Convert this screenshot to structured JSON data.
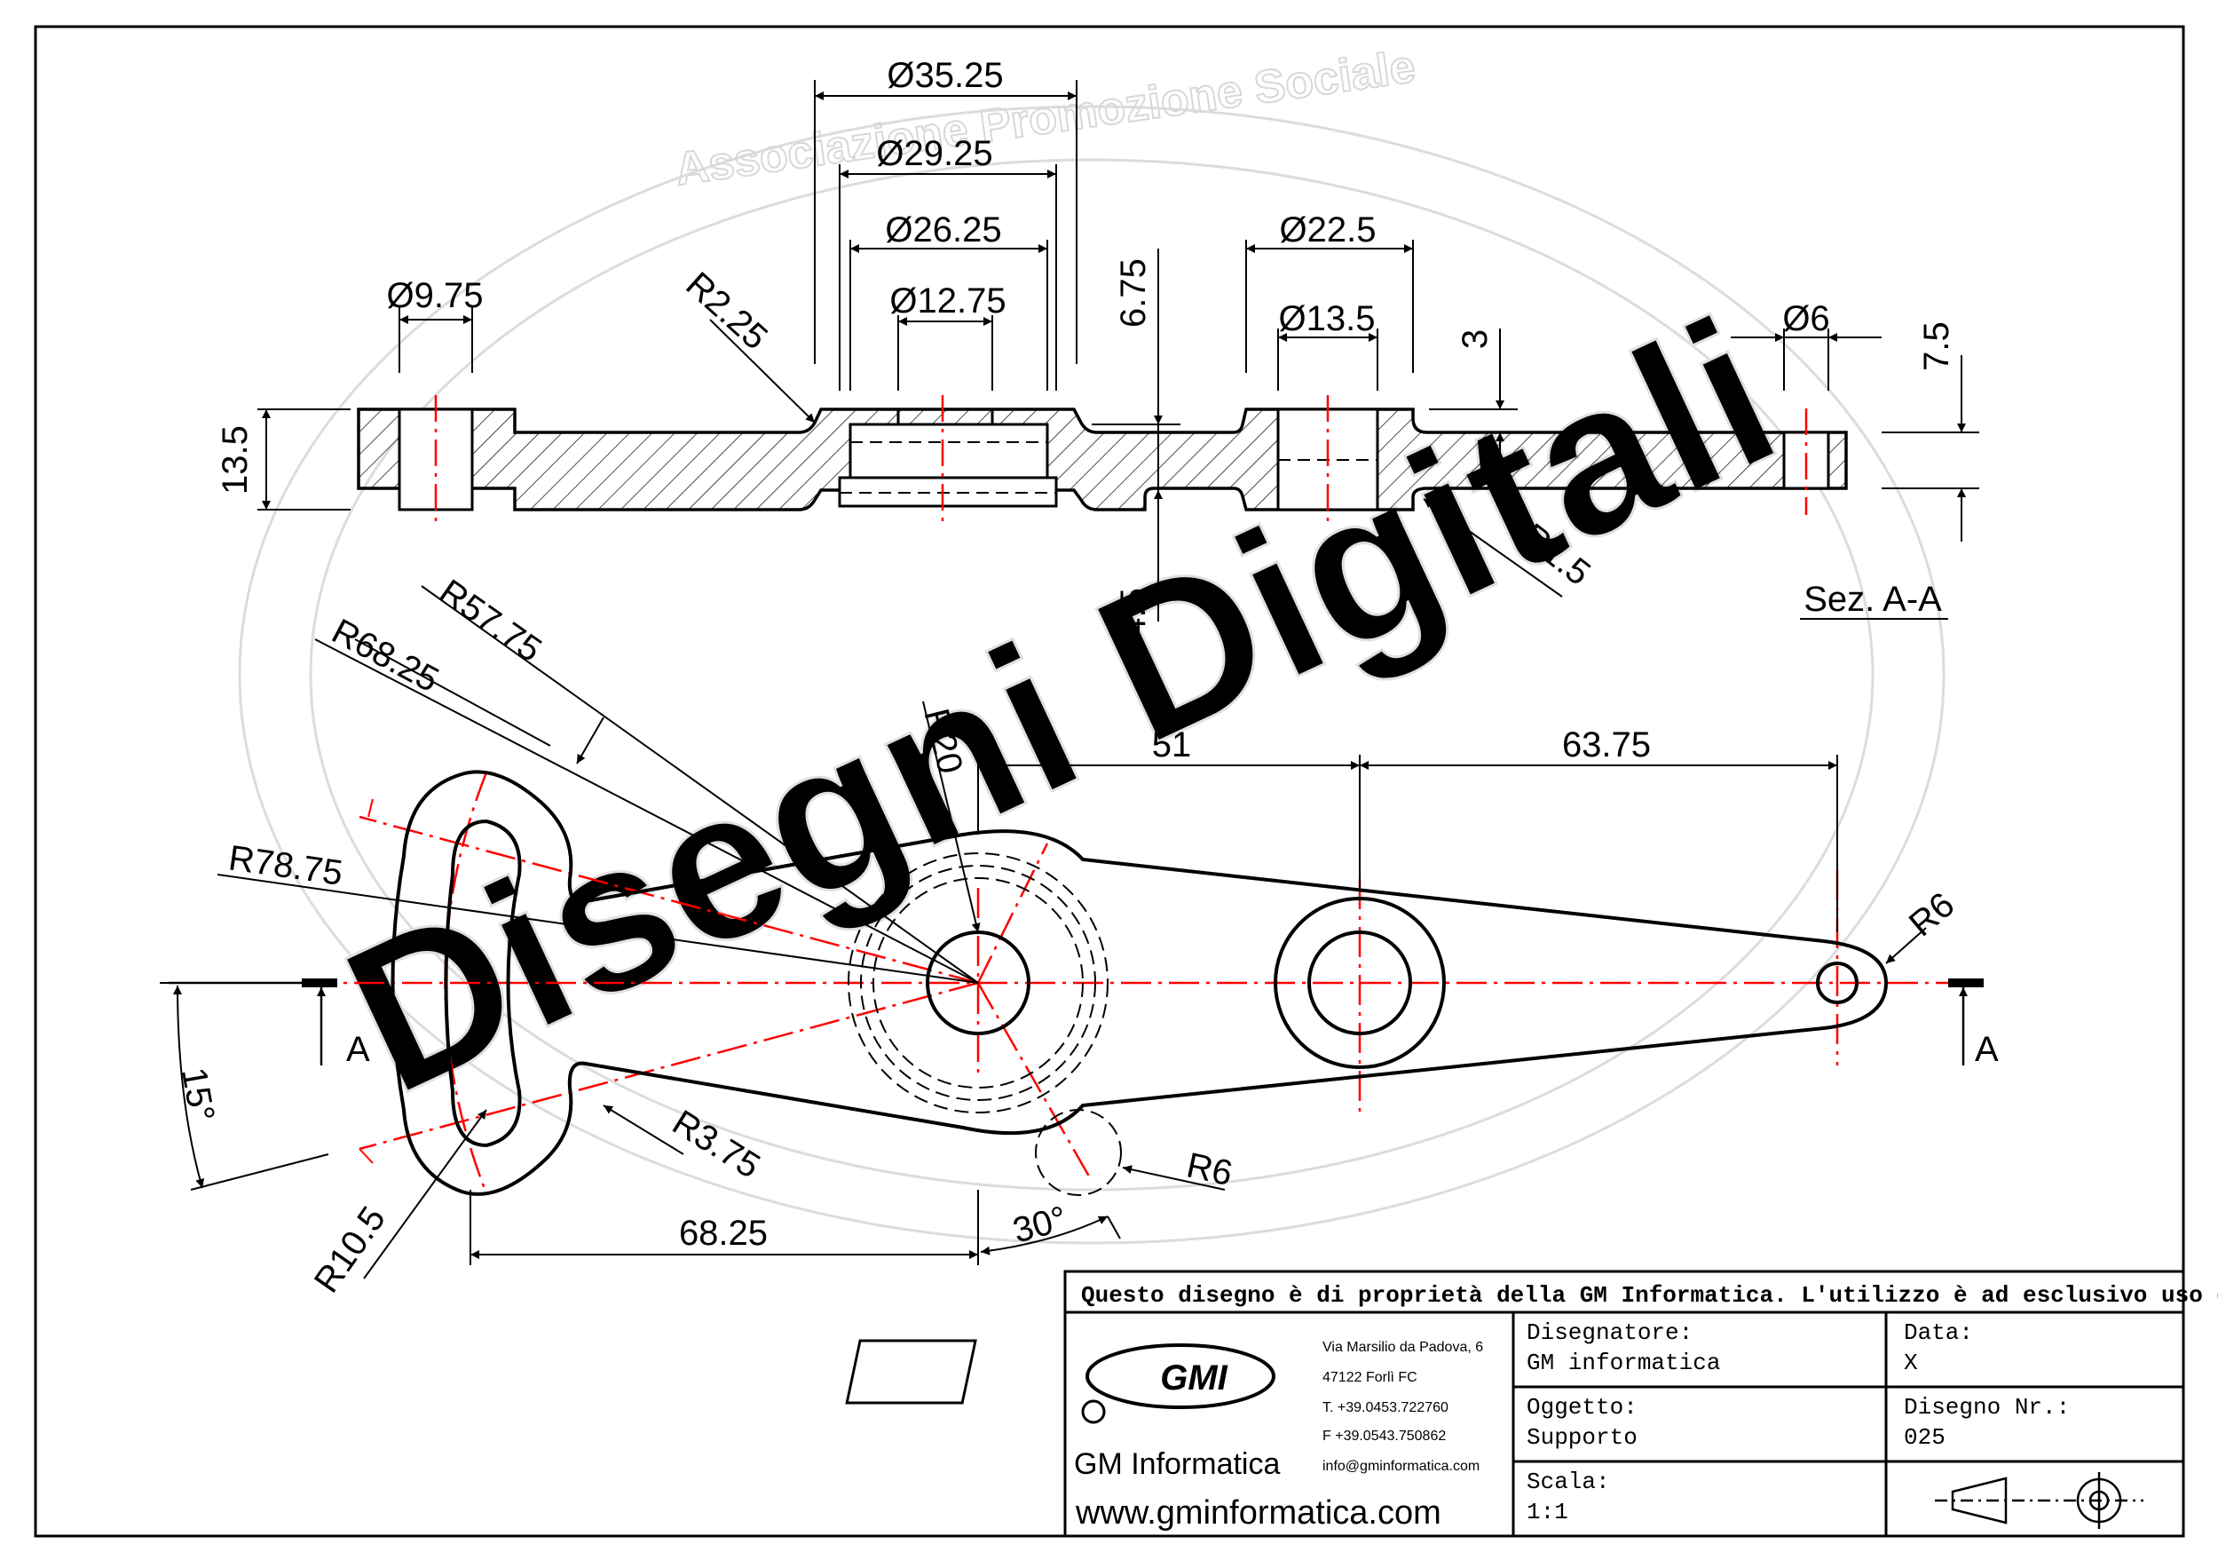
{
  "watermark": {
    "association": "Associazione Promozione Sociale",
    "name": "Disegni Digitali"
  },
  "section_view": {
    "label": "Sez. A-A",
    "dimensions": {
      "d35_25": "Ø35.25",
      "d29_25": "Ø29.25",
      "d26_25": "Ø26.25",
      "d12_75": "Ø12.75",
      "d9_75": "Ø9.75",
      "d22_5": "Ø22.5",
      "d13_5": "Ø13.5",
      "d6": "Ø6",
      "h13_5": "13.5",
      "r2_25": "R2.25",
      "h6_75": "6.75",
      "h4_5": "4.5",
      "h3": "3",
      "h7_5": "7.5",
      "r1_5": "R1.5"
    }
  },
  "plan_view": {
    "section_marker": "A",
    "dimensions": {
      "r57_75": "R57.75",
      "r68_25": "R68.25",
      "r78_75": "R78.75",
      "r20": "R20",
      "l51": "51",
      "l63_75": "63.75",
      "r6_right": "R6",
      "r6_lower": "R6",
      "r3_75": "R3.75",
      "a15": "15°",
      "r10_5": "R10.5",
      "l68_25": "68.25",
      "a30": "30°"
    }
  },
  "title_block": {
    "header": "Questo disegno è di proprietà della GM Informatica. L'utilizzo è ad esclusivo uso didattico.",
    "company": {
      "logo_text": "GMI",
      "name": "GM Informatica",
      "address": "Via Marsilio da Padova, 6",
      "city": "47122  Forlì  FC",
      "phone": "T. +39.0453.722760",
      "fax": "F +39.0543.750862",
      "email": "info@gminformatica.com",
      "website": "www.gminformatica.com"
    },
    "designer_label": "Disegnatore:",
    "designer_value": "GM  informatica",
    "date_label": "Data:",
    "date_value": "X",
    "object_label": "Oggetto:",
    "object_value": "Supporto",
    "drawing_no_label": "Disegno  Nr.:",
    "drawing_no_value": "025",
    "scale_label": "Scala:",
    "scale_value": "1:1"
  },
  "colors": {
    "line": "#000000",
    "centerline": "#ff0000",
    "watermark": "#d8d8d8",
    "background": "#ffffff"
  }
}
